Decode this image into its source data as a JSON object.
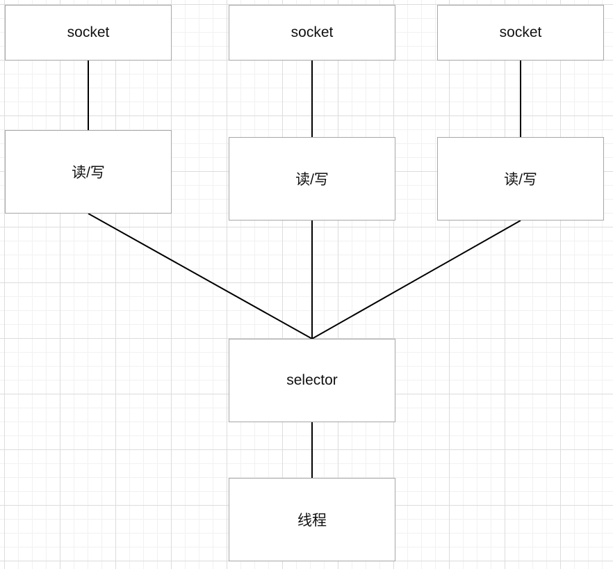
{
  "nodes": {
    "socket_1": "socket",
    "socket_2": "socket",
    "socket_3": "socket",
    "rw_1": "读/写",
    "rw_2": "读/写",
    "rw_3": "读/写",
    "selector": "selector",
    "thread": "线程"
  },
  "colors": {
    "node_border": "#a6a6a6",
    "line": "#000000",
    "grid": "#dcdcdc"
  }
}
